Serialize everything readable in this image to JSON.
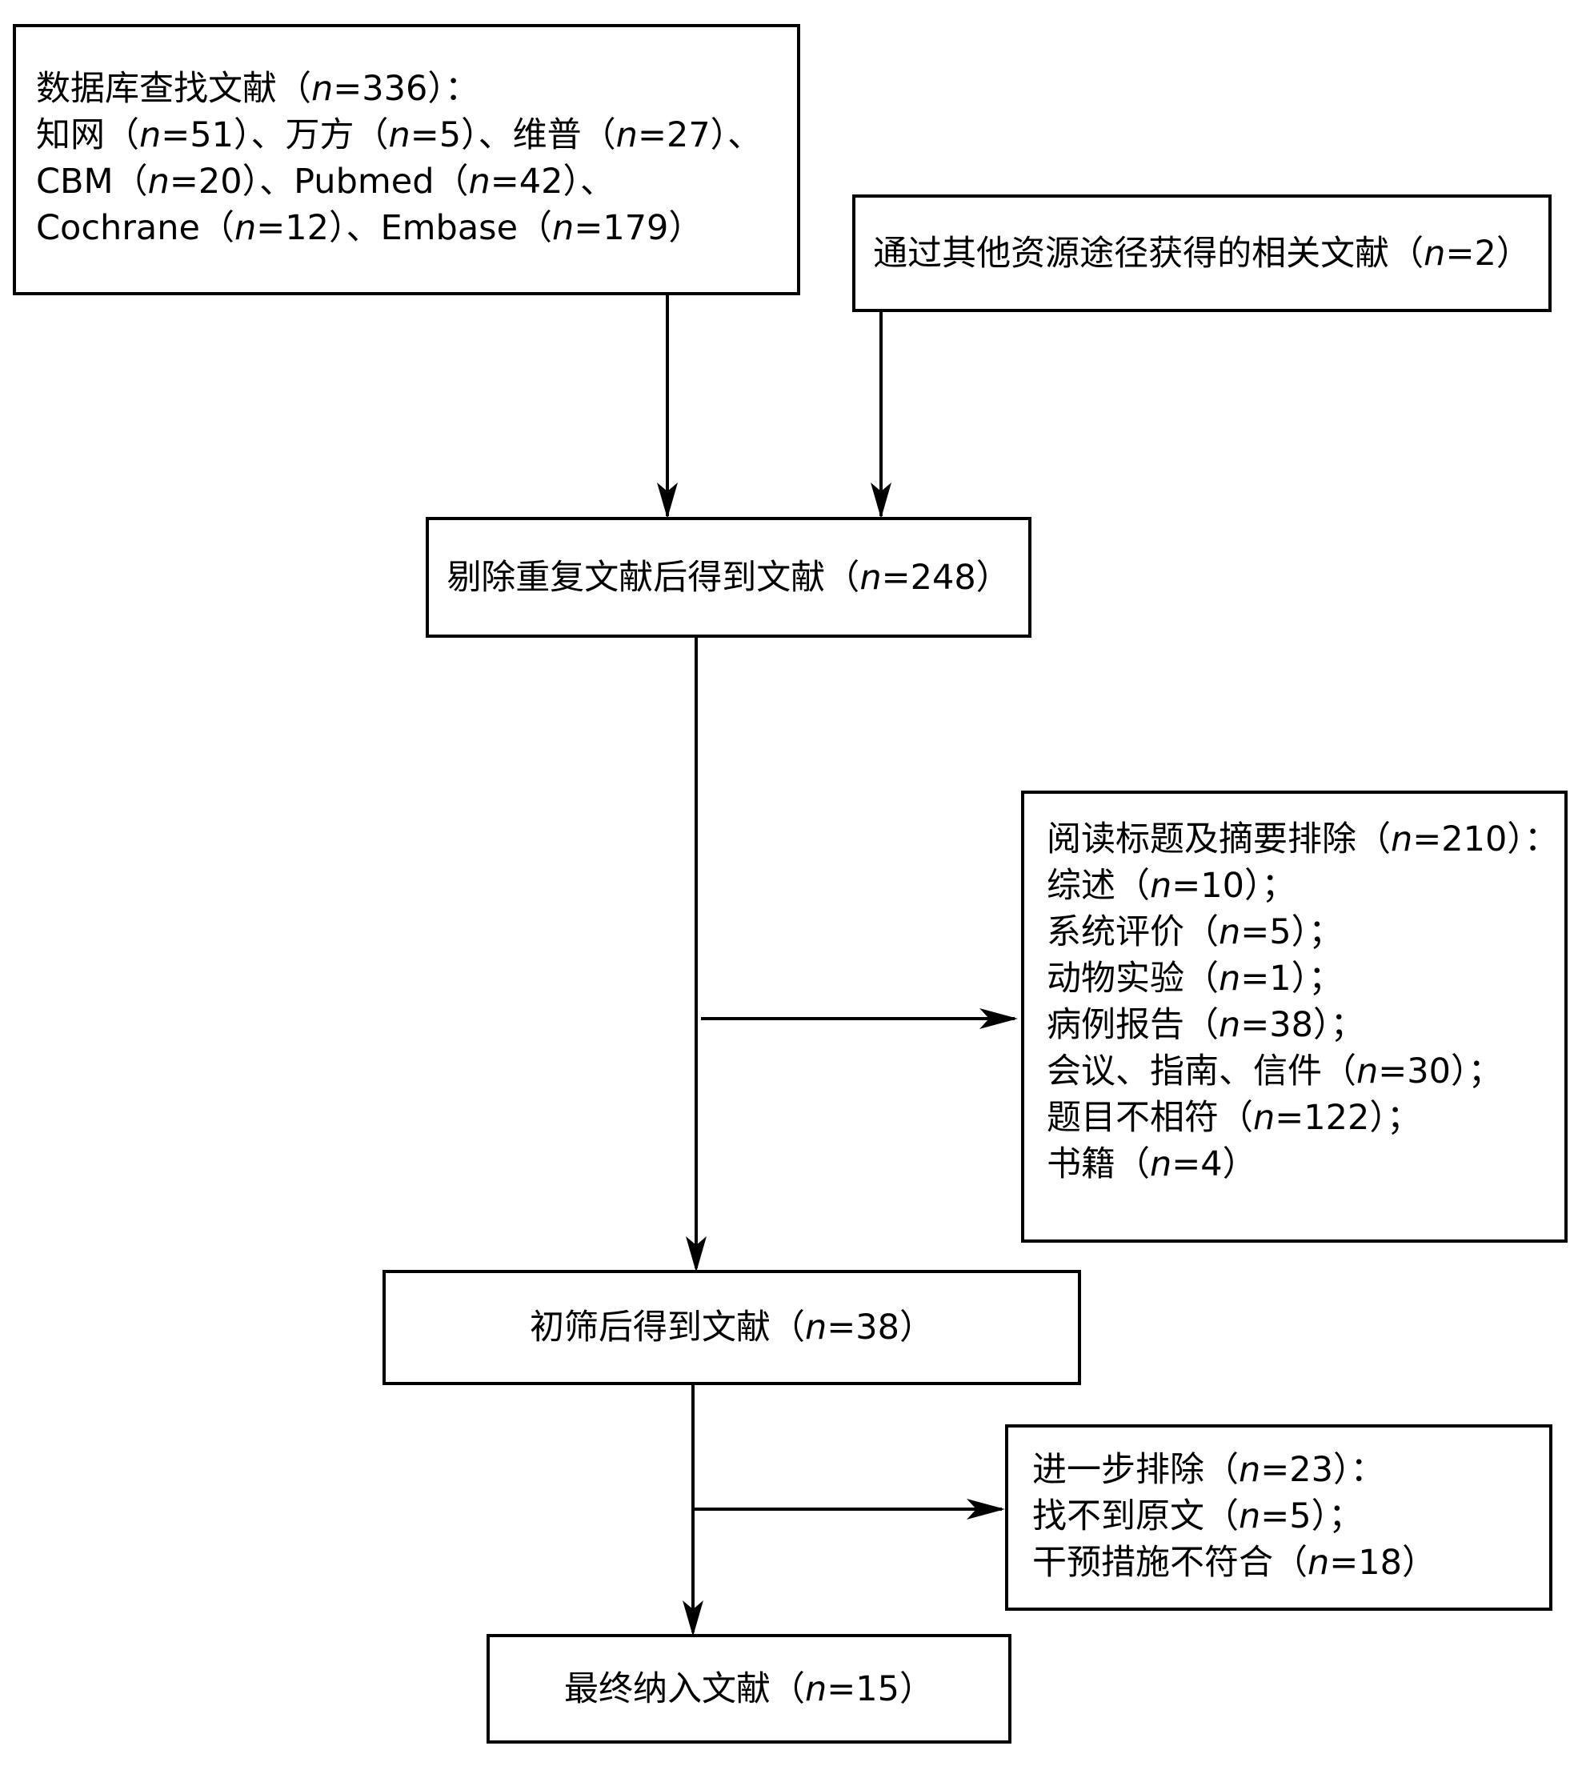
{
  "boxes": {
    "database_search": {
      "lines": [
        "数据库查找文献（n=336）：",
        "知网（n=51）、万方（n=5）、维普（n=27）、",
        "CBM（n=20）、Pubmed（n=42）、",
        "Cochrane（n=12）、Embase（n=179）"
      ]
    },
    "other_sources": {
      "lines": [
        "通过其他资源途径获得的相关文献（n=2）"
      ]
    },
    "after_dedup": {
      "lines": [
        "剔除重复文献后得到文献（n=248）"
      ]
    },
    "excluded_title_abstract": {
      "lines": [
        "阅读标题及摘要排除（n=210）：",
        "综述（n=10）；",
        "系统评价（n=5）；",
        "动物实验（n=1）；",
        "病例报告（n=38）；",
        "会议、指南、信件（n=30）；",
        "题目不相符（n=122）；",
        "书籍（n=4）"
      ]
    },
    "after_screening": {
      "lines": [
        "初筛后得到文献（n=38）"
      ]
    },
    "further_excluded": {
      "lines": [
        "进一步排除（n=23）：",
        "找不到原文（n=5）；",
        "干预措施不符合（n=18）"
      ]
    },
    "final_included": {
      "lines": [
        "最终纳入文献（n=15）"
      ]
    }
  },
  "colors": {
    "stroke": "#000000",
    "background": "#ffffff"
  }
}
